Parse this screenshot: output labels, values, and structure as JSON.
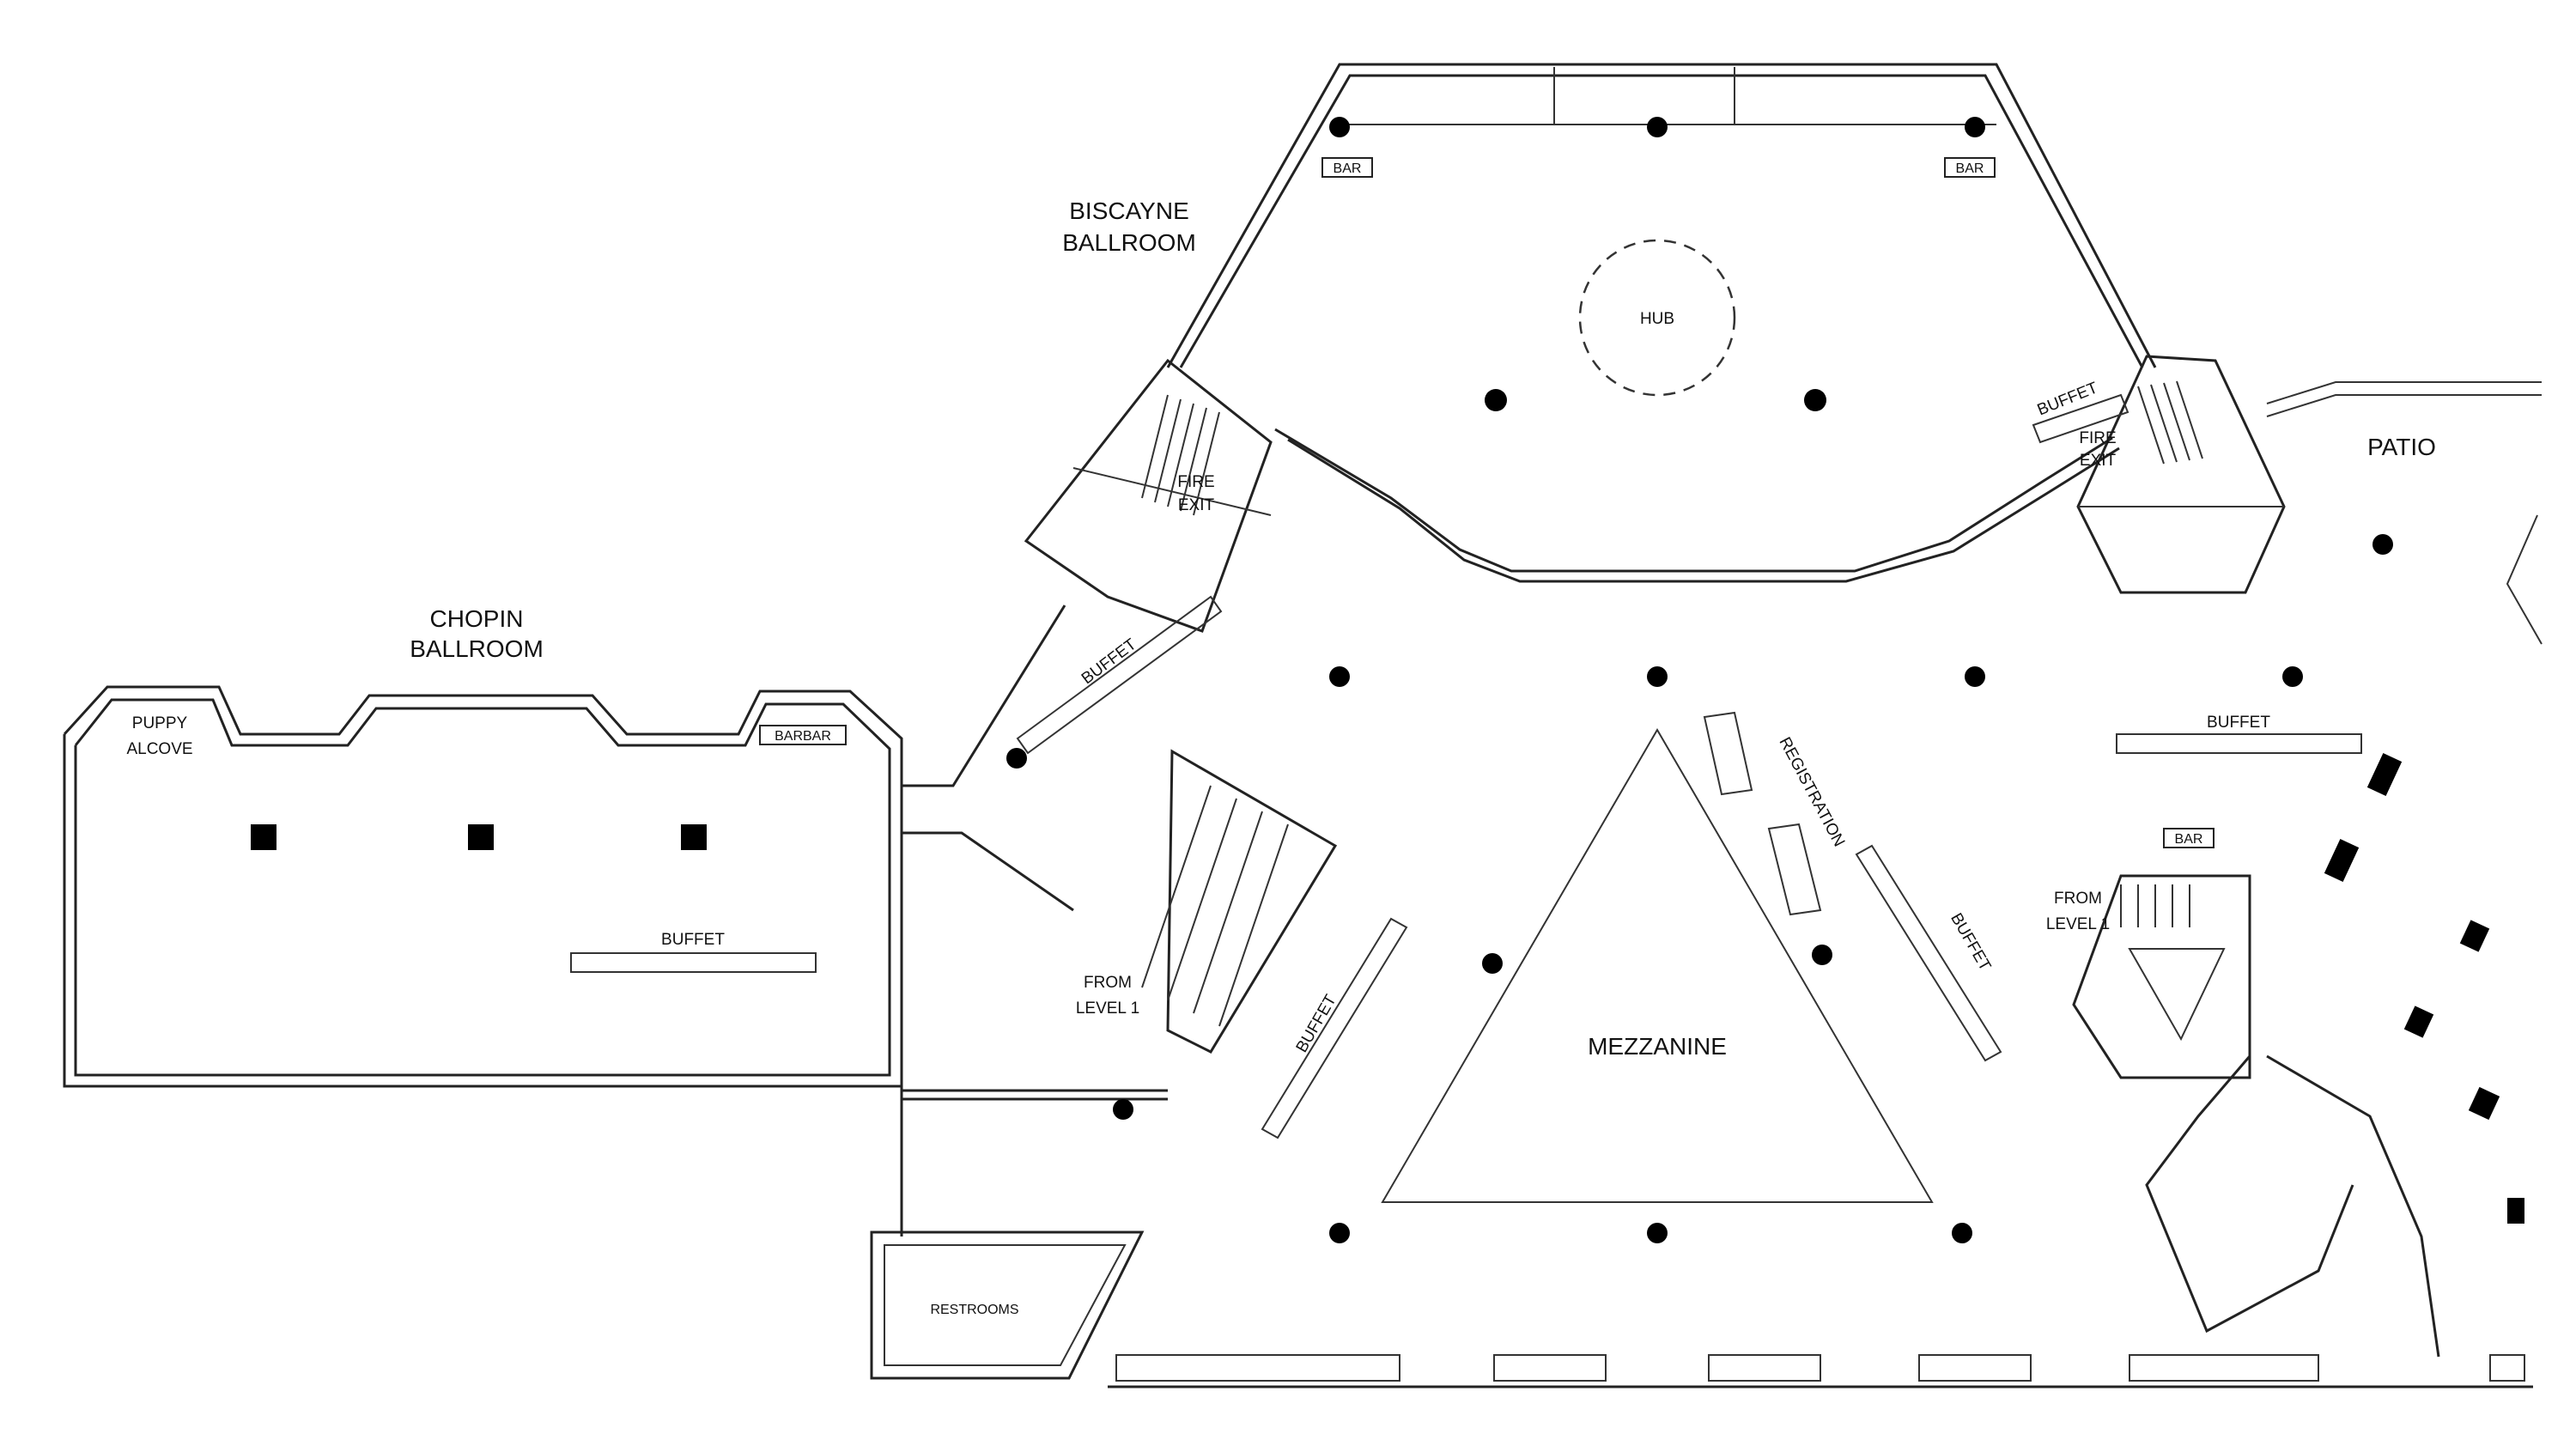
{
  "map": {
    "rooms": {
      "biscayne": [
        "BISCAYNE",
        "BALLROOM"
      ],
      "chopin": [
        "CHOPIN",
        "BALLROOM"
      ],
      "puppy_alcove": [
        "PUPPY",
        "ALCOVE"
      ],
      "mezzanine": "MEZZANINE",
      "patio": "PATIO",
      "restrooms": "RESTROOMS",
      "hub": "HUB"
    },
    "labels": {
      "bar": "BAR",
      "barbar": "BARBAR",
      "buffet": "BUFFET",
      "fire_exit": [
        "FIRE",
        "EXIT"
      ],
      "from_level_1": [
        "FROM",
        "LEVEL 1"
      ],
      "registration": "REGISTRATION"
    }
  }
}
